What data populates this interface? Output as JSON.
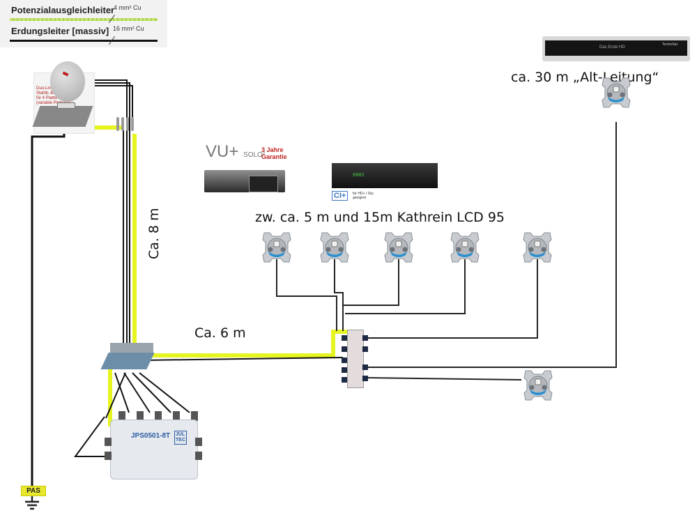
{
  "legend": {
    "equipotential_label": "Potenzialausgleichleiter",
    "equipotential_size": "4 mm² Cu",
    "grounding_label": "Erdungsleiter [massiv]",
    "grounding_size": "16 mm² Cu"
  },
  "colors": {
    "equipotential_wire": "#e6f520",
    "coax_wire": "#111111",
    "socket_accent": "#2a8fd0",
    "brand_red": "#c02020"
  },
  "dish": {
    "caption_lines": [
      "Duo-Line",
      "Stahlb.-Ballastst.",
      "für 4 Platten",
      "(variable Plattengr.)"
    ]
  },
  "labels": {
    "vertical_run": "Ca. 8 m",
    "horizontal_run": "Ca. 6 m",
    "socket_run": "zw. ca. 5 m und 15m Kathrein LCD 95",
    "old_line": "ca. 30 m „Alt-Leitung“"
  },
  "receivers": {
    "vu": {
      "brand": "VU+",
      "model": "SOLO²",
      "badge": "3 Jahre Garantie"
    },
    "ci": {
      "badge": "CI+",
      "note_lines": [
        "für HD+ / Sky",
        "geeignet"
      ],
      "display": "0001"
    },
    "technisat": {
      "display": "Das Erste HD",
      "brand": "TechniSat"
    }
  },
  "multiswitch": {
    "model": "JPS0501-8T",
    "brand_lines": [
      "JUL",
      "TEC"
    ]
  },
  "ground": {
    "label": "PAS"
  }
}
